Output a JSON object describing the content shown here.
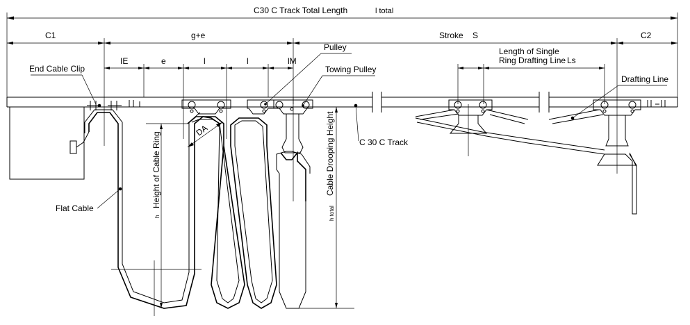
{
  "title": "C30 C Track Total Length",
  "title_symbol": "l total",
  "dimensions": {
    "c1": "C1",
    "g_plus_e": "g+e",
    "stroke": "Stroke",
    "stroke_symbol": "S",
    "c2": "C2",
    "ie": "IE",
    "e": "e",
    "l1": "l",
    "l2": "l",
    "im": "lM",
    "single_ring_line_1": "Length of Single",
    "single_ring_line_2": "Ring Drafting Line",
    "single_ring_symbol": "Ls",
    "da": "DA",
    "height_ring": "Height of Cable Ring",
    "height_ring_symbol": "h",
    "drooping_height": "Cable Drooping Height",
    "drooping_symbol": "h total"
  },
  "callouts": {
    "end_cable_clip": "End Cable Clip",
    "pulley": "Pulley",
    "towing_pulley": "Towing Pulley",
    "drafting_line": "Drafting Line",
    "c30_track": "C 30 C Track",
    "flat_cable": "Flat Cable"
  },
  "colors": {
    "line": "#000000",
    "background": "#ffffff"
  }
}
